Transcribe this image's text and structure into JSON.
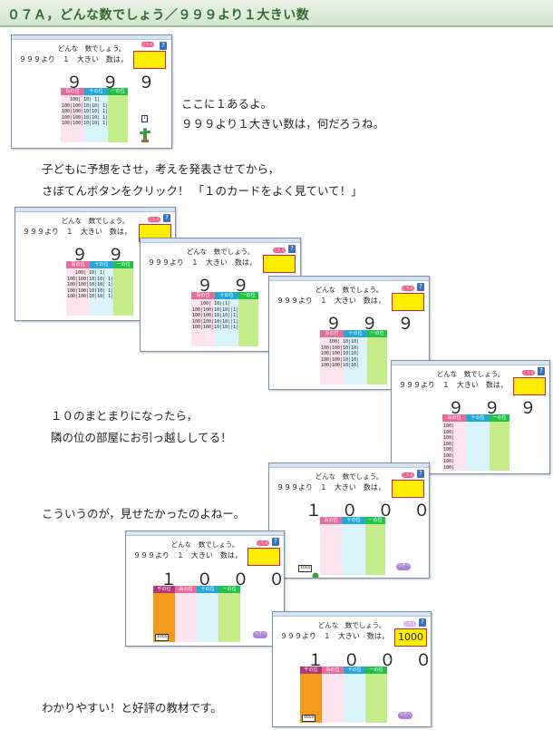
{
  "banner": {
    "title": "０７Ａ，どんな数でしょう／９９９より１大きい数"
  },
  "captions": {
    "c1": "ここに１あるよ。",
    "c2": "９９９より１大きい数は，何だろうね。",
    "c3": "子どもに予想をさせ，考えを発表させてから，",
    "c4": "さぼてんボタンをクリック！ 「１のカードをよく見ていて！」",
    "c5": "１０のまとまりになったら，",
    "c6": "隣の位の部屋にお引っ越ししてる！",
    "c7": "こういうのが，見せたかったのよねー。",
    "c8": "わかりやすい！と好評の教材です。"
  },
  "app": {
    "question": "どんな　数でしょう。",
    "prompt": "９９９より　１　大きい　数は，",
    "pill": "こたえ",
    "help": "?",
    "col_1000": "千の位",
    "col_100": "百の位",
    "col_10": "十の位",
    "col_1": "一の位",
    "num_999": "９ ９ ９",
    "num_1000": "１ ０ ０ ０",
    "answer_final": "1000",
    "one_card": "1",
    "tag_1000": "1000",
    "next": "つぎへ"
  },
  "colors": {
    "col_1000": "#f29a1c",
    "col_100": "#fde3ee",
    "col_10": "#d9f3fb",
    "col_1": "#c5ec8a",
    "hdr_1000": "#b0357a",
    "hdr_100": "#e86b9d",
    "hdr_10": "#24a7d8",
    "hdr_1": "#24c14a"
  }
}
